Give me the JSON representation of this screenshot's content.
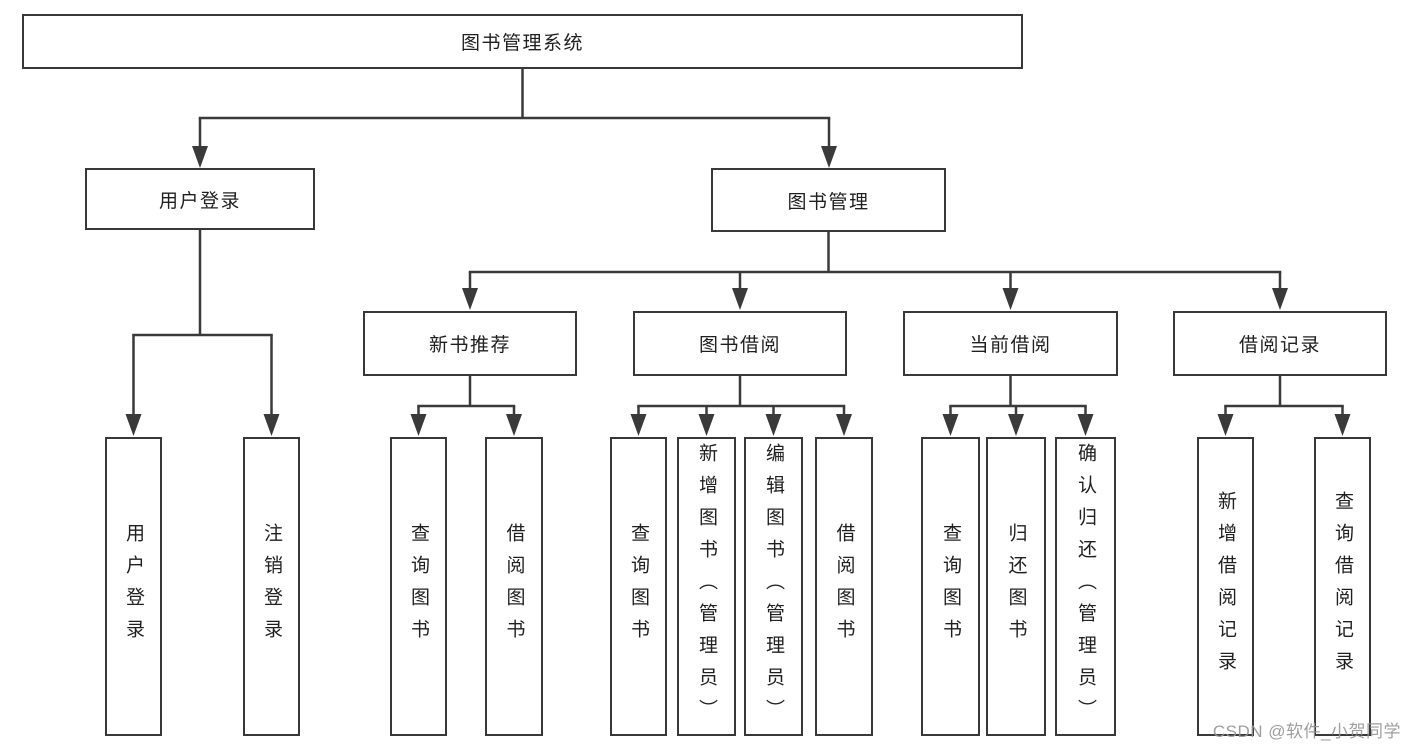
{
  "diagram": {
    "root": {
      "label": "图书管理系统"
    },
    "branches": [
      {
        "label": "用户登录",
        "children": [
          {
            "label": "用户登录"
          },
          {
            "label": "注销登录"
          }
        ]
      },
      {
        "label": "图书管理",
        "children": [
          {
            "label": "新书推荐",
            "children": [
              {
                "label": "查询图书"
              },
              {
                "label": "借阅图书"
              }
            ]
          },
          {
            "label": "图书借阅",
            "children": [
              {
                "label": "查询图书"
              },
              {
                "label": "新增图书（管理员）"
              },
              {
                "label": "编辑图书（管理员）"
              },
              {
                "label": "借阅图书"
              }
            ]
          },
          {
            "label": "当前借阅",
            "children": [
              {
                "label": "查询图书"
              },
              {
                "label": "归还图书"
              },
              {
                "label": "确认归还（管理员）"
              }
            ]
          },
          {
            "label": "借阅记录",
            "children": [
              {
                "label": "新增借阅记录"
              },
              {
                "label": "查询借阅记录"
              }
            ]
          }
        ]
      }
    ]
  },
  "watermark": {
    "text": "CSDN @软件_小贺同学"
  },
  "colors": {
    "line": "#3a3a3a",
    "text": "#1f1f1f",
    "watermark": "#949496",
    "background": "#ffffff"
  }
}
